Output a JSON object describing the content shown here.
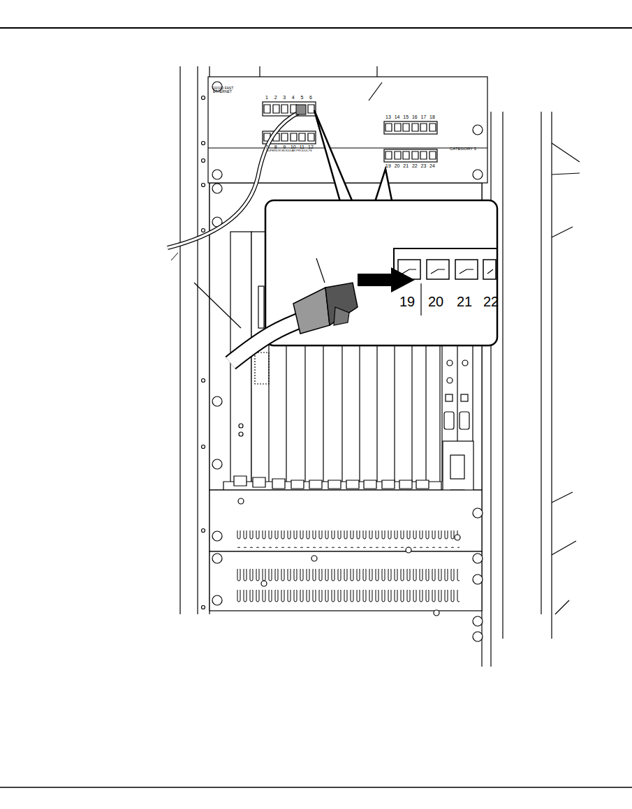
{
  "diagram": {
    "labels": [
      "10/100 FAST ETHERNET",
      "1",
      "2",
      "3",
      "4",
      "5",
      "6",
      "7",
      "8",
      "9",
      "10",
      "11",
      "12",
      "SUPERIOR MODULAR PRODUCTS",
      "13",
      "14",
      "15",
      "16",
      "17",
      "18",
      "19",
      "20",
      "21",
      "22",
      "23",
      "24",
      "CATEGORY 5",
      "19",
      "20",
      "21",
      "22"
    ]
  }
}
